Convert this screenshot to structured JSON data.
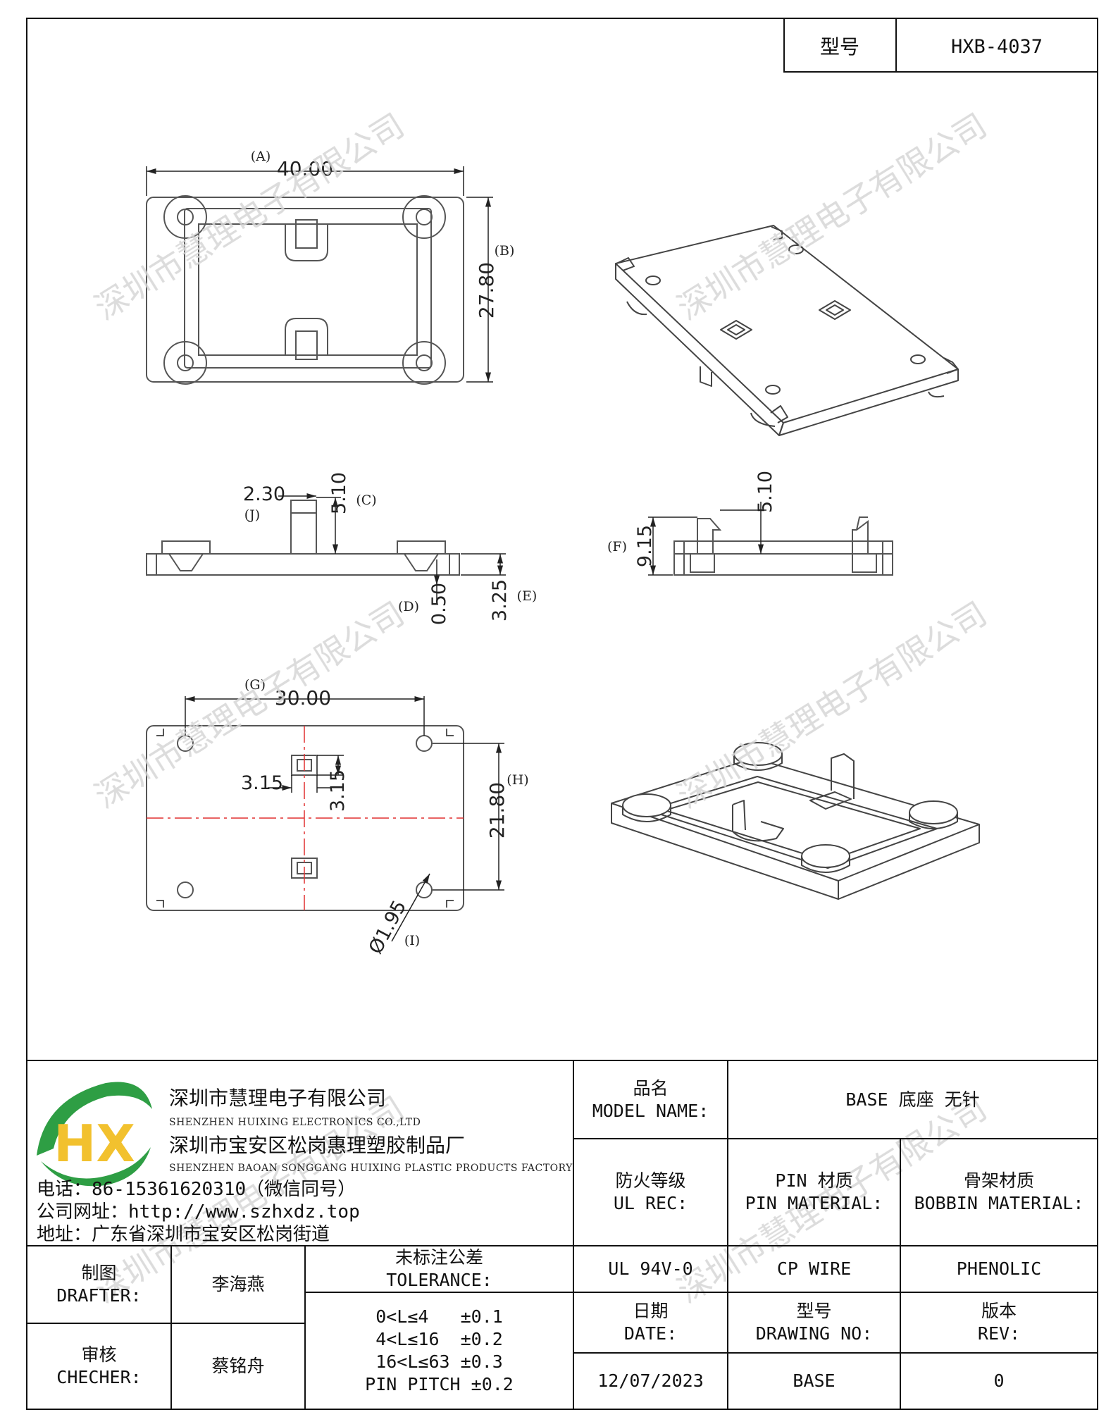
{
  "header": {
    "model_label": "型号",
    "model_value": "HXB-4037"
  },
  "dimensions": {
    "A": {
      "label": "(A)",
      "value": "40.00"
    },
    "B": {
      "label": "(B)",
      "value": "27.80"
    },
    "C": {
      "label": "(C)",
      "value": "5.10"
    },
    "J": {
      "label": "(J)",
      "value": "2.30"
    },
    "D": {
      "label": "(D)",
      "value": "0.50"
    },
    "E": {
      "label": "(E)",
      "value": "3.25"
    },
    "F": {
      "label": "(F)",
      "value": "9.15"
    },
    "side_pin": {
      "value": "5.10"
    },
    "G": {
      "label": "(G)",
      "value": "30.00"
    },
    "H": {
      "label": "(H)",
      "value": "21.80"
    },
    "slot_w": {
      "value": "3.15"
    },
    "slot_h": {
      "value": "3.15"
    },
    "I": {
      "label": "(I)",
      "value": "Ø1.95"
    }
  },
  "watermark": {
    "text": "深圳市慧理电子有限公司"
  },
  "company": {
    "name_cn": "深圳市慧理电子有限公司",
    "name_en": "SHENZHEN HUIXING ELECTRONICS CO.,LTD",
    "factory_cn": "深圳市宝安区松岗惠理塑胶制品厂",
    "factory_en": "SHENZHEN BAOAN SONGGANG HUIXING PLASTIC PRODUCTS FACTORY",
    "phone": "电话：86-15361620310（微信同号）",
    "website": "公司网址：http://www.szhxdz.top",
    "address": "地址：广东省深圳市宝安区松岗街道",
    "logo_text": "HX",
    "colors": {
      "green": "#2e9e44",
      "yellow": "#f2c12e",
      "blue": "#1f4fa0"
    }
  },
  "title_block": {
    "model_name_cn": "品名",
    "model_name_en": "MODEL NAME:",
    "model_name_value": "BASE 底座 无针",
    "ul_cn": "防火等级",
    "ul_en": "UL REC:",
    "pin_cn": "PIN 材质",
    "pin_en": "PIN MATERIAL:",
    "bobbin_cn": "骨架材质",
    "bobbin_en": "BOBBIN MATERIAL:",
    "ul_value": "UL 94V-0",
    "pin_value": "CP WIRE",
    "bobbin_value": "PHENOLIC",
    "drafter_cn": "制图",
    "drafter_en": "DRAFTER:",
    "drafter_name": "李海燕",
    "checker_cn": "审核",
    "checker_en": "CHECHER:",
    "checker_name": "蔡铭舟",
    "tolerance_cn": "未标注公差",
    "tolerance_en": "TOLERANCE:",
    "tolerance_rows": [
      "0<L≤4   ±0.1",
      "4<L≤16  ±0.2",
      "16<L≤63 ±0.3",
      "PIN PITCH ±0.2"
    ],
    "date_cn": "日期",
    "date_en": "DATE:",
    "date_value": "12/07/2023",
    "drawing_cn": "型号",
    "drawing_en": "DRAWING NO:",
    "drawing_value": "BASE",
    "rev_cn": "版本",
    "rev_en": "REV:",
    "rev_value": "0"
  }
}
